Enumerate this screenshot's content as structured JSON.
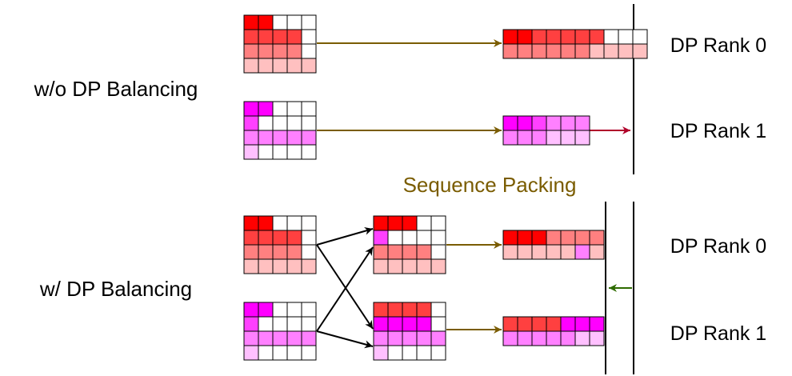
{
  "labels": {
    "without_balancing": "w/o DP Balancing",
    "with_balancing": "w/ DP Balancing",
    "sequence_packing": "Sequence Packing",
    "rank0_top": "DP Rank 0",
    "rank1_top": "DP Rank 1",
    "rank0_bottom": "DP Rank 0",
    "rank1_bottom": "DP Rank 1"
  },
  "colors": {
    "red_1": "#ff0000",
    "red_2": "#ff4040",
    "red_3": "#ff8080",
    "red_4": "#ffc0c0",
    "magenta_1": "#ff00ff",
    "magenta_2": "#ff40ff",
    "magenta_3": "#ff80ff",
    "magenta_4": "#ffc0ff",
    "empty": "#ffffff",
    "arrow_packing": "#7a5c00",
    "arrow_imbalance": "#b0002a",
    "arrow_balance": "#2e6b00",
    "arrow_shuffle": "#000000",
    "label_accent": "#7a5c00"
  },
  "grids": {
    "top_source_red": [
      [
        "r1",
        "r1",
        "",
        "",
        ""
      ],
      [
        "r2",
        "r2",
        "r2",
        "r2",
        ""
      ],
      [
        "r3",
        "r3",
        "r3",
        "r3",
        ""
      ],
      [
        "r4",
        "r4",
        "r4",
        "r4",
        "r4"
      ]
    ],
    "top_source_magenta": [
      [
        "m1",
        "m1",
        "",
        "",
        ""
      ],
      [
        "m2",
        "",
        "",
        "",
        ""
      ],
      [
        "m3",
        "m3",
        "m3",
        "m3",
        "m3"
      ],
      [
        "m4",
        "",
        "",
        "",
        ""
      ]
    ],
    "top_packed_rank0": [
      [
        "r1",
        "r1",
        "r2",
        "r2",
        "r2",
        "r2",
        "r2",
        "",
        "",
        ""
      ],
      [
        "r3",
        "r3",
        "r3",
        "r3",
        "r3",
        "r3",
        "r4",
        "r4",
        "r4",
        "r4"
      ]
    ],
    "top_packed_rank1": [
      [
        "m1",
        "m1",
        "m2",
        "m3",
        "m3",
        "m3"
      ],
      [
        "m3",
        "m3",
        "m3",
        "m4",
        "m4",
        "m4"
      ]
    ],
    "bottom_source_red": [
      [
        "r1",
        "r1",
        "",
        "",
        ""
      ],
      [
        "r2",
        "r2",
        "r2",
        "r2",
        ""
      ],
      [
        "r3",
        "r3",
        "r3",
        "r3",
        ""
      ],
      [
        "r4",
        "r4",
        "r4",
        "r4",
        "r4"
      ]
    ],
    "bottom_source_magenta": [
      [
        "m1",
        "m1",
        "",
        "",
        ""
      ],
      [
        "m2",
        "",
        "",
        "",
        ""
      ],
      [
        "m3",
        "m3",
        "m3",
        "m3",
        "m3"
      ],
      [
        "m4",
        "",
        "",
        "",
        ""
      ]
    ],
    "bottom_mid_group0": [
      [
        "r1",
        "r1",
        "r1",
        "",
        ""
      ],
      [
        "m2",
        "",
        "",
        "",
        ""
      ],
      [
        "r3",
        "r3",
        "r3",
        "r3",
        ""
      ],
      [
        "r4",
        "r4",
        "r4",
        "r4",
        "r4"
      ]
    ],
    "bottom_mid_group1": [
      [
        "r2",
        "r2",
        "r2",
        "r2",
        ""
      ],
      [
        "m1",
        "m1",
        "m1",
        "m1",
        ""
      ],
      [
        "m3",
        "m3",
        "m3",
        "m3",
        "m3"
      ],
      [
        "m4",
        "",
        "",
        "",
        ""
      ]
    ],
    "bottom_packed_rank0": [
      [
        "r1",
        "r1",
        "r1",
        "r3",
        "r3",
        "r3",
        "r3"
      ],
      [
        "r4",
        "r4",
        "r4",
        "r4",
        "r4",
        "m3",
        "r4"
      ]
    ],
    "bottom_packed_rank1": [
      [
        "r2",
        "r2",
        "r2",
        "r2",
        "m1",
        "m1",
        "m1"
      ],
      [
        "m3",
        "m3",
        "m3",
        "m3",
        "m3",
        "m4",
        "m4"
      ]
    ]
  }
}
